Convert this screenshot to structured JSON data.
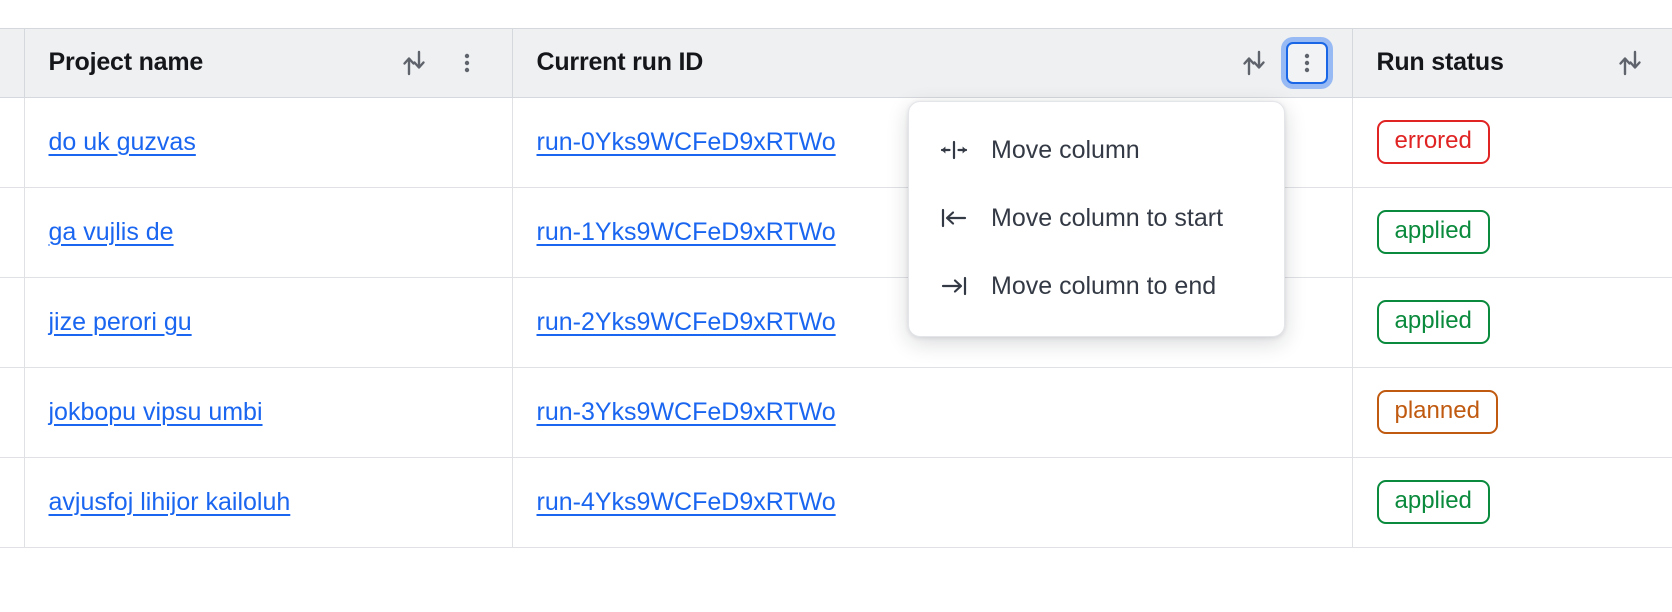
{
  "table": {
    "columns": [
      {
        "id": "select",
        "label": "",
        "has_sort": false,
        "has_menu": false
      },
      {
        "id": "project_name",
        "label": "Project name",
        "has_sort": true,
        "has_menu": true,
        "sort_icon": "sort-arrows-icon",
        "menu_icon": "kebab-menu-icon"
      },
      {
        "id": "current_run_id",
        "label": "Current run ID",
        "has_sort": true,
        "has_menu": true,
        "sort_icon": "sort-arrows-icon",
        "menu_icon": "kebab-menu-icon",
        "menu_focused": true
      },
      {
        "id": "run_status",
        "label": "Run status",
        "has_sort": true,
        "has_menu": false,
        "sort_icon": "sort-arrows-icon"
      }
    ],
    "rows": [
      {
        "project_name": "do uk guzvas",
        "current_run_id": "run-0Yks9WCFeD9xRTWo",
        "run_status": "errored",
        "status_kind": "errored"
      },
      {
        "project_name": "ga vujlis de",
        "current_run_id": "run-1Yks9WCFeD9xRTWo",
        "run_status": "applied",
        "status_kind": "applied"
      },
      {
        "project_name": "jize perori gu",
        "current_run_id": "run-2Yks9WCFeD9xRTWo",
        "run_status": "applied",
        "status_kind": "applied"
      },
      {
        "project_name": "jokbopu vipsu umbi",
        "current_run_id": "run-3Yks9WCFeD9xRTWo",
        "run_status": "planned",
        "status_kind": "planned"
      },
      {
        "project_name": "avjusfoj lihijor kailoluh",
        "current_run_id": "run-4Yks9WCFeD9xRTWo",
        "run_status": "applied",
        "status_kind": "applied"
      }
    ]
  },
  "column_menu": {
    "open_for_column": "Current run ID",
    "items": [
      {
        "icon": "move-column-icon",
        "label": "Move column"
      },
      {
        "icon": "move-column-to-start-icon",
        "label": "Move column to start"
      },
      {
        "icon": "move-column-to-end-icon",
        "label": "Move column to end"
      }
    ]
  },
  "colors": {
    "link": "#1a66f0",
    "header_bg": "#eef0f2",
    "border": "#d5d8dd",
    "focus_ring": "#508cf5",
    "status_errored": "#e02424",
    "status_applied": "#0a8a3c",
    "status_planned": "#c05a10"
  }
}
